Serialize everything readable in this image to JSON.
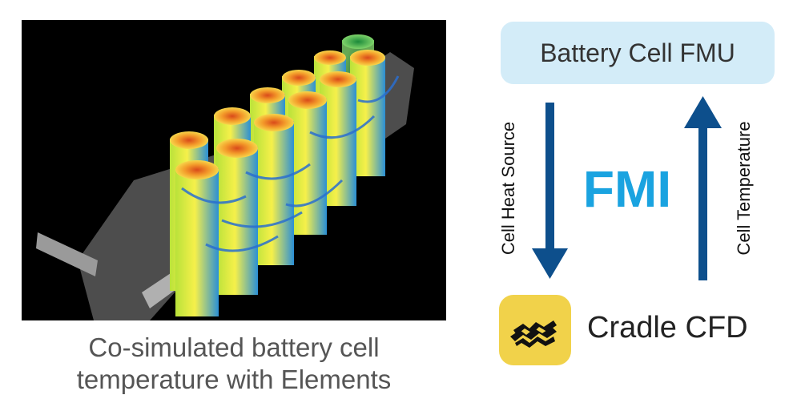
{
  "caption": {
    "line1": "Co-simulated battery cell",
    "line2": "temperature with Elements"
  },
  "fmu_box": {
    "label": "Battery Cell FMU"
  },
  "interface": {
    "label": "FMI",
    "down_arrow_label": "Cell Heat Source",
    "up_arrow_label": "Cell Temperature"
  },
  "cradle": {
    "label": "Cradle CFD"
  },
  "colors": {
    "fmu_box_fill": "#d3ecf8",
    "arrow": "#0d4f8c",
    "fmi_text": "#1aa3e0",
    "logo_fill": "#f1d24a"
  }
}
